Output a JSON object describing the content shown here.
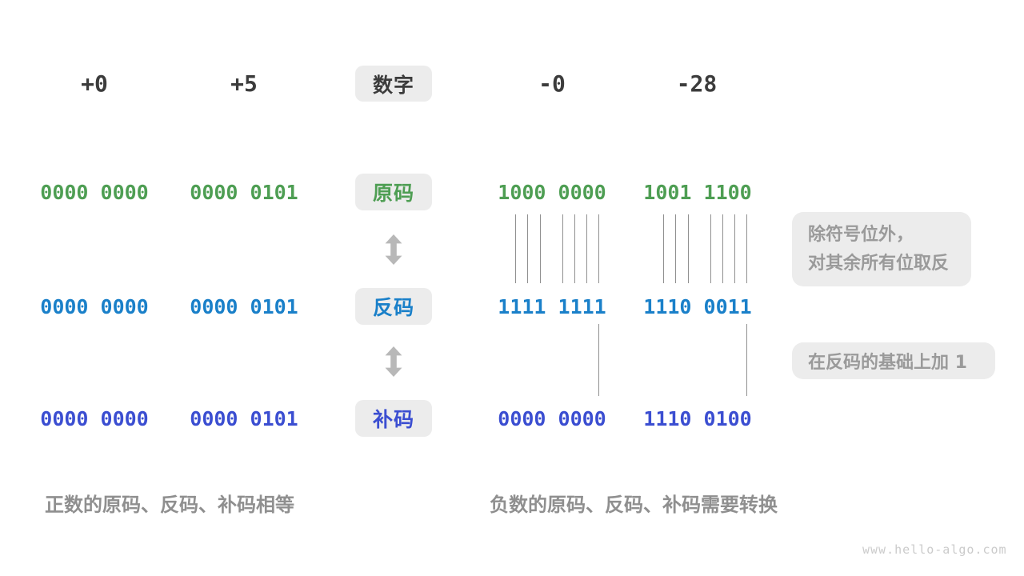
{
  "colors": {
    "green": "#4e9e53",
    "blue": "#1a80c9",
    "indigo": "#3b4ed1",
    "dark": "#3c3c3c",
    "gray_text": "#8f8f8f",
    "annotation_text": "#9a9a9a",
    "box_bg": "#ececec",
    "arrow": "#b8b8b8",
    "line": "#909090",
    "watermark": "#cbcbcb"
  },
  "header": {
    "tag": "数字",
    "columns": [
      "+0",
      "+5",
      "-0",
      "-28"
    ]
  },
  "rows": [
    {
      "tag": "原码",
      "values": [
        "0000 0000",
        "0000 0101",
        "1000 0000",
        "1001 1100"
      ]
    },
    {
      "tag": "反码",
      "values": [
        "0000 0000",
        "0000 0101",
        "1111 1111",
        "1110 0011"
      ]
    },
    {
      "tag": "补码",
      "values": [
        "0000 0000",
        "0000 0101",
        "0000 0000",
        "1110 0100"
      ]
    }
  ],
  "annotations": {
    "invert_line1": "除符号位外，",
    "invert_line2": "对其余所有位取反",
    "add_one": "在反码的基础上加 1"
  },
  "captions": {
    "positive": "正数的原码、反码、补码相等",
    "negative": "负数的原码、反码、补码需要转换"
  },
  "watermark": "www.hello-algo.com"
}
